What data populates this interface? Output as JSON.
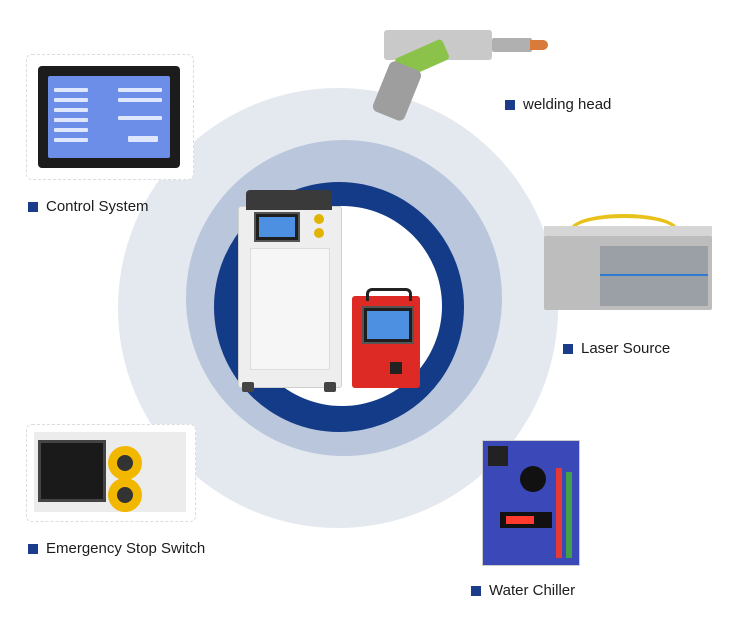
{
  "components": {
    "welding_head": {
      "label": "welding head"
    },
    "control_system": {
      "label": "Control System"
    },
    "laser_source": {
      "label": "Laser Source"
    },
    "emergency_stop": {
      "label": "Emergency Stop Switch"
    },
    "water_chiller": {
      "label": "Water Chiller"
    }
  },
  "colors": {
    "marker": "#1a3c8a",
    "ring_outer": "#e4e8ef",
    "ring_middle": "#b9c6dc",
    "ring_inner": "#133b88"
  }
}
